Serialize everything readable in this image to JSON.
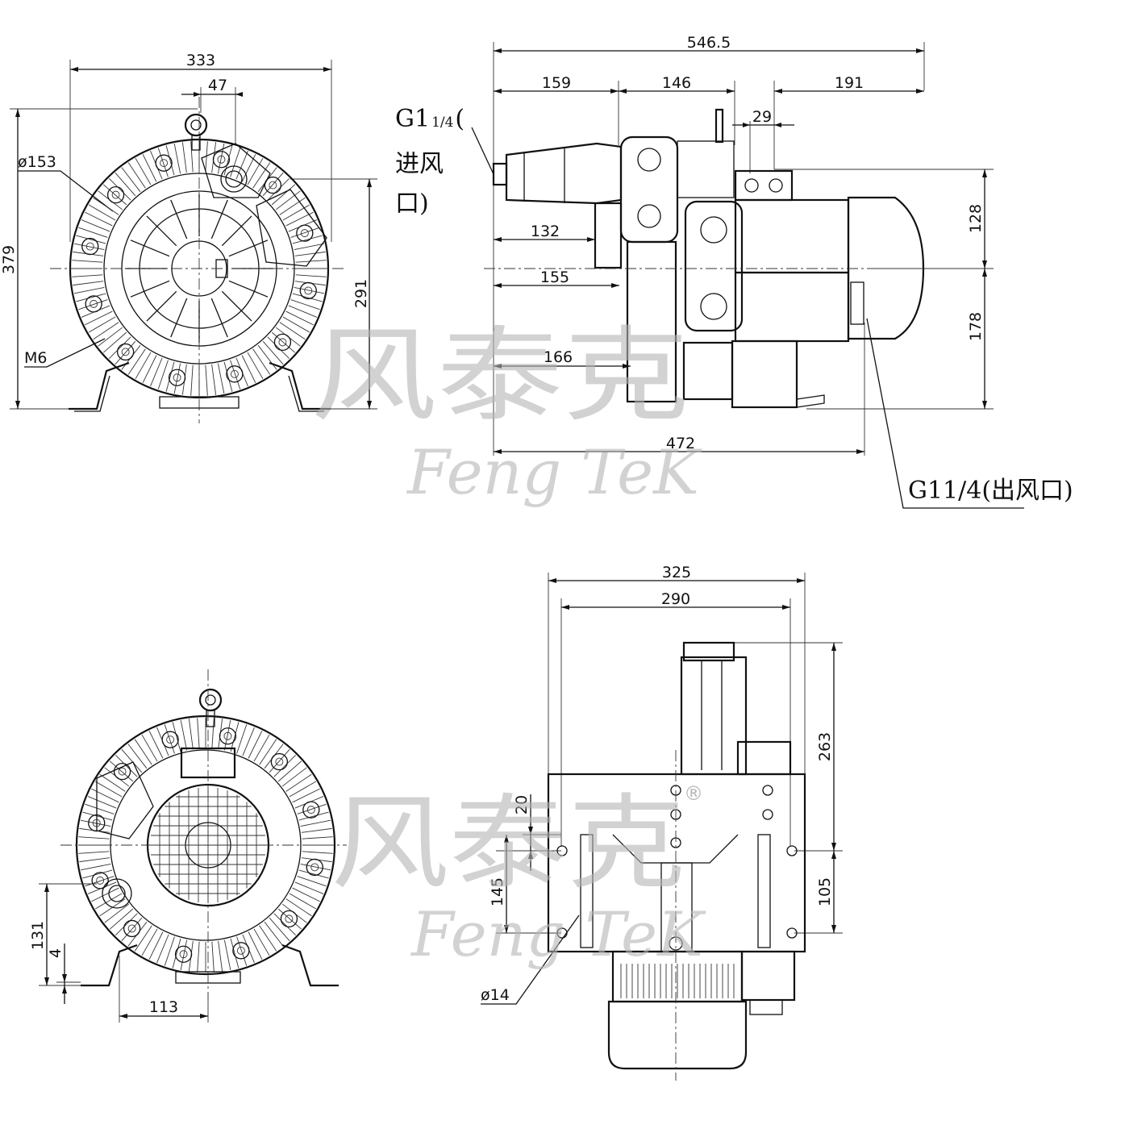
{
  "views": {
    "front": {
      "dims": {
        "width": "333",
        "offset": "47",
        "diameter": "ø153",
        "height": "379",
        "center_height": "291",
        "thread": "M6"
      }
    },
    "side": {
      "dims": {
        "overall": "546.5",
        "d159": "159",
        "d146": "146",
        "d191": "191",
        "d29": "29",
        "d132": "132",
        "d155": "155",
        "d166": "166",
        "d472": "472",
        "d128": "128",
        "d178": "178"
      },
      "inlet_label": {
        "part1": "G1",
        "part2": "1/4",
        "part3": "(",
        "line2": "进风",
        "line3": "口)"
      },
      "outlet_label": "G11/4(出风口)"
    },
    "rear": {
      "dims": {
        "d131": "131",
        "d4": "4",
        "d113": "113"
      }
    },
    "bottom": {
      "dims": {
        "d325": "325",
        "d290": "290",
        "d263": "263",
        "d20": "20",
        "d145": "145",
        "d105": "105",
        "hole": "ø14"
      }
    }
  },
  "watermark": {
    "chinese": "风泰克",
    "english": "Feng TeK",
    "registered": "®"
  },
  "colors": {
    "line": "#111111",
    "watermark": "#b5b5b5",
    "background": "#ffffff"
  }
}
